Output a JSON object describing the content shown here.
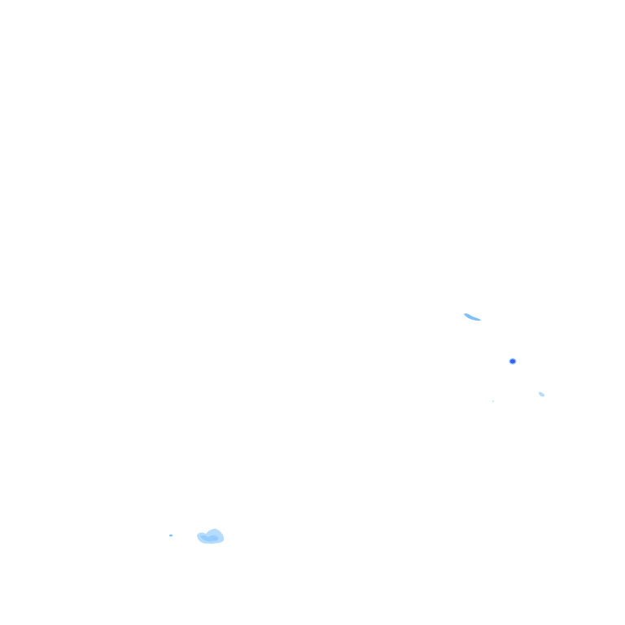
{
  "map": {
    "background_color": "#ffffff",
    "legend_colors": {
      "light": "#b3dcff",
      "medium": "#7fbfff",
      "dark": "#3a5ee8"
    },
    "echo_regions": [
      {
        "name": "echo-cell-southwest",
        "intensity": "light"
      },
      {
        "name": "echo-speck-southwest",
        "intensity": "medium"
      },
      {
        "name": "echo-streak-east",
        "intensity": "medium"
      },
      {
        "name": "echo-core-east",
        "intensity": "dark"
      },
      {
        "name": "echo-fleck-east",
        "intensity": "light"
      },
      {
        "name": "echo-dot-east",
        "intensity": "light"
      }
    ]
  }
}
